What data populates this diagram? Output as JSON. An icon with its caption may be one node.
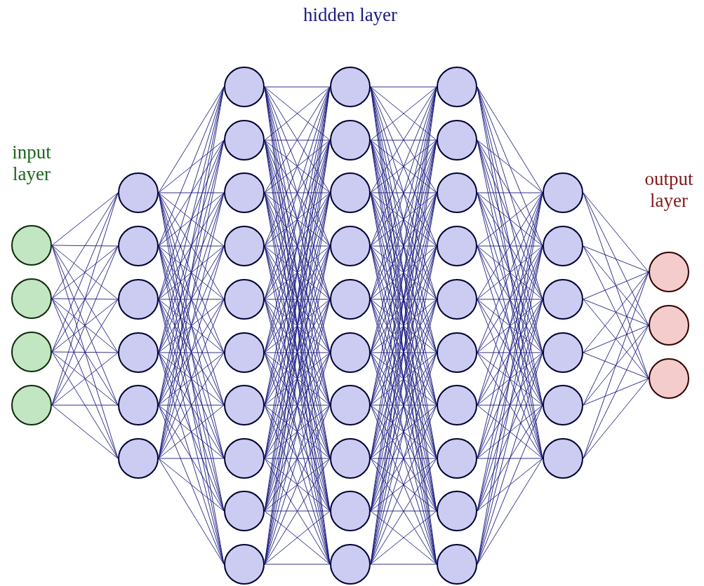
{
  "diagram": {
    "nodes": [
      {
        "text": [],
        "shape": "circle"
      },
      {
        "text": [],
        "shape": "circle"
      },
      {
        "text": [],
        "shape": "circle"
      },
      {
        "text": [],
        "shape": "circle"
      },
      {
        "text": [],
        "shape": "circle"
      },
      {
        "text": [],
        "shape": "circle"
      },
      {
        "text": [],
        "shape": "circle"
      },
      {
        "text": [],
        "shape": "circle"
      },
      {
        "text": [],
        "shape": "circle"
      },
      {
        "text": [],
        "shape": "circle"
      },
      {
        "text": [],
        "shape": "circle"
      },
      {
        "text": [],
        "shape": "circle"
      },
      {
        "text": [],
        "shape": "circle"
      },
      {
        "text": [],
        "shape": "circle"
      },
      {
        "text": [],
        "shape": "circle"
      },
      {
        "text": [],
        "shape": "circle"
      },
      {
        "text": [],
        "shape": "circle"
      },
      {
        "text": [],
        "shape": "circle"
      },
      {
        "text": [],
        "shape": "circle"
      },
      {
        "text": [],
        "shape": "circle"
      },
      {
        "text": [],
        "shape": "circle"
      },
      {
        "text": [],
        "shape": "circle"
      },
      {
        "text": [],
        "shape": "circle"
      },
      {
        "text": [],
        "shape": "circle"
      },
      {
        "text": [],
        "shape": "circle"
      },
      {
        "text": [],
        "shape": "circle"
      },
      {
        "text": [],
        "shape": "circle"
      },
      {
        "text": [],
        "shape": "circle"
      },
      {
        "text": [],
        "shape": "circle"
      },
      {
        "text": [],
        "shape": "circle"
      },
      {
        "text": [],
        "shape": "circle"
      },
      {
        "text": [],
        "shape": "circle"
      },
      {
        "text": [],
        "shape": "circle"
      },
      {
        "text": [],
        "shape": "circle"
      },
      {
        "text": [],
        "shape": "circle"
      },
      {
        "text": [],
        "shape": "circle"
      },
      {
        "text": [],
        "shape": "circle"
      },
      {
        "text": [],
        "shape": "circle"
      },
      {
        "text": [],
        "shape": "circle"
      },
      {
        "text": [],
        "shape": "circle"
      },
      {
        "text": [],
        "shape": "circle"
      },
      {
        "text": [],
        "shape": "circle"
      },
      {
        "text": [],
        "shape": "circle"
      },
      {
        "text": [],
        "shape": "circle"
      },
      {
        "text": [],
        "shape": "circle"
      },
      {
        "text": [],
        "shape": "circle"
      },
      {
        "text": [],
        "shape": "circle"
      },
      {
        "text": [],
        "shape": "circle"
      },
      {
        "text": [],
        "shape": "circle"
      }
    ],
    "edges": [
      {
        "from": 0,
        "to": 4,
        "arrow": "none"
      },
      {
        "from": 0,
        "to": 5,
        "arrow": "none"
      },
      {
        "from": 0,
        "to": 6,
        "arrow": "none"
      },
      {
        "from": 0,
        "to": 7,
        "arrow": "none"
      },
      {
        "from": 0,
        "to": 8,
        "arrow": "none"
      },
      {
        "from": 0,
        "to": 9,
        "arrow": "none"
      },
      {
        "from": 1,
        "to": 4,
        "arrow": "none"
      },
      {
        "from": 1,
        "to": 5,
        "arrow": "none"
      },
      {
        "from": 1,
        "to": 6,
        "arrow": "none"
      },
      {
        "from": 1,
        "to": 7,
        "arrow": "none"
      },
      {
        "from": 1,
        "to": 8,
        "arrow": "none"
      },
      {
        "from": 1,
        "to": 9,
        "arrow": "none"
      },
      {
        "from": 2,
        "to": 4,
        "arrow": "none"
      },
      {
        "from": 2,
        "to": 5,
        "arrow": "none"
      },
      {
        "from": 2,
        "to": 6,
        "arrow": "none"
      },
      {
        "from": 2,
        "to": 7,
        "arrow": "none"
      },
      {
        "from": 2,
        "to": 8,
        "arrow": "none"
      },
      {
        "from": 2,
        "to": 9,
        "arrow": "none"
      },
      {
        "from": 3,
        "to": 4,
        "arrow": "none"
      },
      {
        "from": 3,
        "to": 5,
        "arrow": "none"
      },
      {
        "from": 3,
        "to": 6,
        "arrow": "none"
      },
      {
        "from": 3,
        "to": 7,
        "arrow": "none"
      },
      {
        "from": 3,
        "to": 8,
        "arrow": "none"
      },
      {
        "from": 3,
        "to": 9,
        "arrow": "none"
      },
      {
        "from": 4,
        "to": 10,
        "arrow": "none"
      },
      {
        "from": 4,
        "to": 11,
        "arrow": "none"
      },
      {
        "from": 4,
        "to": 12,
        "arrow": "none"
      },
      {
        "from": 4,
        "to": 13,
        "arrow": "none"
      },
      {
        "from": 4,
        "to": 14,
        "arrow": "none"
      },
      {
        "from": 4,
        "to": 15,
        "arrow": "none"
      },
      {
        "from": 4,
        "to": 16,
        "arrow": "none"
      },
      {
        "from": 4,
        "to": 17,
        "arrow": "none"
      },
      {
        "from": 4,
        "to": 18,
        "arrow": "none"
      },
      {
        "from": 4,
        "to": 19,
        "arrow": "none"
      },
      {
        "from": 5,
        "to": 10,
        "arrow": "none"
      },
      {
        "from": 5,
        "to": 11,
        "arrow": "none"
      },
      {
        "from": 5,
        "to": 12,
        "arrow": "none"
      },
      {
        "from": 5,
        "to": 13,
        "arrow": "none"
      },
      {
        "from": 5,
        "to": 14,
        "arrow": "none"
      },
      {
        "from": 5,
        "to": 15,
        "arrow": "none"
      },
      {
        "from": 5,
        "to": 16,
        "arrow": "none"
      },
      {
        "from": 5,
        "to": 17,
        "arrow": "none"
      },
      {
        "from": 5,
        "to": 18,
        "arrow": "none"
      },
      {
        "from": 5,
        "to": 19,
        "arrow": "none"
      },
      {
        "from": 6,
        "to": 10,
        "arrow": "none"
      },
      {
        "from": 6,
        "to": 11,
        "arrow": "none"
      },
      {
        "from": 6,
        "to": 12,
        "arrow": "none"
      },
      {
        "from": 6,
        "to": 13,
        "arrow": "none"
      },
      {
        "from": 6,
        "to": 14,
        "arrow": "none"
      },
      {
        "from": 6,
        "to": 15,
        "arrow": "none"
      },
      {
        "from": 6,
        "to": 16,
        "arrow": "none"
      },
      {
        "from": 6,
        "to": 17,
        "arrow": "none"
      },
      {
        "from": 6,
        "to": 18,
        "arrow": "none"
      },
      {
        "from": 6,
        "to": 19,
        "arrow": "none"
      },
      {
        "from": 7,
        "to": 10,
        "arrow": "none"
      },
      {
        "from": 7,
        "to": 11,
        "arrow": "none"
      },
      {
        "from": 7,
        "to": 12,
        "arrow": "none"
      },
      {
        "from": 7,
        "to": 13,
        "arrow": "none"
      },
      {
        "from": 7,
        "to": 14,
        "arrow": "none"
      },
      {
        "from": 7,
        "to": 15,
        "arrow": "none"
      },
      {
        "from": 7,
        "to": 16,
        "arrow": "none"
      },
      {
        "from": 7,
        "to": 17,
        "arrow": "none"
      },
      {
        "from": 7,
        "to": 18,
        "arrow": "none"
      },
      {
        "from": 7,
        "to": 19,
        "arrow": "none"
      },
      {
        "from": 8,
        "to": 10,
        "arrow": "none"
      },
      {
        "from": 8,
        "to": 11,
        "arrow": "none"
      },
      {
        "from": 8,
        "to": 12,
        "arrow": "none"
      },
      {
        "from": 8,
        "to": 13,
        "arrow": "none"
      },
      {
        "from": 8,
        "to": 14,
        "arrow": "none"
      },
      {
        "from": 8,
        "to": 15,
        "arrow": "none"
      },
      {
        "from": 8,
        "to": 16,
        "arrow": "none"
      },
      {
        "from": 8,
        "to": 17,
        "arrow": "none"
      },
      {
        "from": 8,
        "to": 18,
        "arrow": "none"
      },
      {
        "from": 8,
        "to": 19,
        "arrow": "none"
      },
      {
        "from": 9,
        "to": 10,
        "arrow": "none"
      },
      {
        "from": 9,
        "to": 11,
        "arrow": "none"
      },
      {
        "from": 9,
        "to": 12,
        "arrow": "none"
      },
      {
        "from": 9,
        "to": 13,
        "arrow": "none"
      },
      {
        "from": 9,
        "to": 14,
        "arrow": "none"
      },
      {
        "from": 9,
        "to": 15,
        "arrow": "none"
      },
      {
        "from": 9,
        "to": 16,
        "arrow": "none"
      },
      {
        "from": 9,
        "to": 17,
        "arrow": "none"
      },
      {
        "from": 9,
        "to": 18,
        "arrow": "none"
      },
      {
        "from": 9,
        "to": 19,
        "arrow": "none"
      },
      {
        "from": 10,
        "to": 20,
        "arrow": "none"
      },
      {
        "from": 10,
        "to": 21,
        "arrow": "none"
      },
      {
        "from": 10,
        "to": 22,
        "arrow": "none"
      },
      {
        "from": 10,
        "to": 23,
        "arrow": "none"
      },
      {
        "from": 10,
        "to": 24,
        "arrow": "none"
      },
      {
        "from": 10,
        "to": 25,
        "arrow": "none"
      },
      {
        "from": 10,
        "to": 26,
        "arrow": "none"
      },
      {
        "from": 10,
        "to": 27,
        "arrow": "none"
      },
      {
        "from": 10,
        "to": 28,
        "arrow": "none"
      },
      {
        "from": 10,
        "to": 29,
        "arrow": "none"
      },
      {
        "from": 11,
        "to": 20,
        "arrow": "none"
      },
      {
        "from": 11,
        "to": 21,
        "arrow": "none"
      },
      {
        "from": 11,
        "to": 22,
        "arrow": "none"
      },
      {
        "from": 11,
        "to": 23,
        "arrow": "none"
      },
      {
        "from": 11,
        "to": 24,
        "arrow": "none"
      },
      {
        "from": 11,
        "to": 25,
        "arrow": "none"
      },
      {
        "from": 11,
        "to": 26,
        "arrow": "none"
      },
      {
        "from": 11,
        "to": 27,
        "arrow": "none"
      },
      {
        "from": 11,
        "to": 28,
        "arrow": "none"
      },
      {
        "from": 11,
        "to": 29,
        "arrow": "none"
      },
      {
        "from": 12,
        "to": 20,
        "arrow": "none"
      },
      {
        "from": 12,
        "to": 21,
        "arrow": "none"
      },
      {
        "from": 12,
        "to": 22,
        "arrow": "none"
      },
      {
        "from": 12,
        "to": 23,
        "arrow": "none"
      },
      {
        "from": 12,
        "to": 24,
        "arrow": "none"
      },
      {
        "from": 12,
        "to": 25,
        "arrow": "none"
      },
      {
        "from": 12,
        "to": 26,
        "arrow": "none"
      },
      {
        "from": 12,
        "to": 27,
        "arrow": "none"
      },
      {
        "from": 12,
        "to": 28,
        "arrow": "none"
      },
      {
        "from": 12,
        "to": 29,
        "arrow": "none"
      },
      {
        "from": 13,
        "to": 20,
        "arrow": "none"
      },
      {
        "from": 13,
        "to": 21,
        "arrow": "none"
      },
      {
        "from": 13,
        "to": 22,
        "arrow": "none"
      },
      {
        "from": 13,
        "to": 23,
        "arrow": "none"
      },
      {
        "from": 13,
        "to": 24,
        "arrow": "none"
      },
      {
        "from": 13,
        "to": 25,
        "arrow": "none"
      },
      {
        "from": 13,
        "to": 26,
        "arrow": "none"
      },
      {
        "from": 13,
        "to": 27,
        "arrow": "none"
      },
      {
        "from": 13,
        "to": 28,
        "arrow": "none"
      },
      {
        "from": 13,
        "to": 29,
        "arrow": "none"
      },
      {
        "from": 14,
        "to": 20,
        "arrow": "none"
      },
      {
        "from": 14,
        "to": 21,
        "arrow": "none"
      },
      {
        "from": 14,
        "to": 22,
        "arrow": "none"
      },
      {
        "from": 14,
        "to": 23,
        "arrow": "none"
      },
      {
        "from": 14,
        "to": 24,
        "arrow": "none"
      },
      {
        "from": 14,
        "to": 25,
        "arrow": "none"
      },
      {
        "from": 14,
        "to": 26,
        "arrow": "none"
      },
      {
        "from": 14,
        "to": 27,
        "arrow": "none"
      },
      {
        "from": 14,
        "to": 28,
        "arrow": "none"
      },
      {
        "from": 14,
        "to": 29,
        "arrow": "none"
      },
      {
        "from": 15,
        "to": 20,
        "arrow": "none"
      },
      {
        "from": 15,
        "to": 21,
        "arrow": "none"
      },
      {
        "from": 15,
        "to": 22,
        "arrow": "none"
      },
      {
        "from": 15,
        "to": 23,
        "arrow": "none"
      },
      {
        "from": 15,
        "to": 24,
        "arrow": "none"
      },
      {
        "from": 15,
        "to": 25,
        "arrow": "none"
      },
      {
        "from": 15,
        "to": 26,
        "arrow": "none"
      },
      {
        "from": 15,
        "to": 27,
        "arrow": "none"
      },
      {
        "from": 15,
        "to": 28,
        "arrow": "none"
      },
      {
        "from": 15,
        "to": 29,
        "arrow": "none"
      },
      {
        "from": 16,
        "to": 20,
        "arrow": "none"
      },
      {
        "from": 16,
        "to": 21,
        "arrow": "none"
      },
      {
        "from": 16,
        "to": 22,
        "arrow": "none"
      },
      {
        "from": 16,
        "to": 23,
        "arrow": "none"
      },
      {
        "from": 16,
        "to": 24,
        "arrow": "none"
      },
      {
        "from": 16,
        "to": 25,
        "arrow": "none"
      },
      {
        "from": 16,
        "to": 26,
        "arrow": "none"
      },
      {
        "from": 16,
        "to": 27,
        "arrow": "none"
      },
      {
        "from": 16,
        "to": 28,
        "arrow": "none"
      },
      {
        "from": 16,
        "to": 29,
        "arrow": "none"
      },
      {
        "from": 17,
        "to": 20,
        "arrow": "none"
      },
      {
        "from": 17,
        "to": 21,
        "arrow": "none"
      },
      {
        "from": 17,
        "to": 22,
        "arrow": "none"
      },
      {
        "from": 17,
        "to": 23,
        "arrow": "none"
      },
      {
        "from": 17,
        "to": 24,
        "arrow": "none"
      },
      {
        "from": 17,
        "to": 25,
        "arrow": "none"
      },
      {
        "from": 17,
        "to": 26,
        "arrow": "none"
      },
      {
        "from": 17,
        "to": 27,
        "arrow": "none"
      },
      {
        "from": 17,
        "to": 28,
        "arrow": "none"
      },
      {
        "from": 17,
        "to": 29,
        "arrow": "none"
      },
      {
        "from": 18,
        "to": 20,
        "arrow": "none"
      },
      {
        "from": 18,
        "to": 21,
        "arrow": "none"
      },
      {
        "from": 18,
        "to": 22,
        "arrow": "none"
      },
      {
        "from": 18,
        "to": 23,
        "arrow": "none"
      },
      {
        "from": 18,
        "to": 24,
        "arrow": "none"
      },
      {
        "from": 18,
        "to": 25,
        "arrow": "none"
      },
      {
        "from": 18,
        "to": 26,
        "arrow": "none"
      },
      {
        "from": 18,
        "to": 27,
        "arrow": "none"
      },
      {
        "from": 18,
        "to": 28,
        "arrow": "none"
      },
      {
        "from": 18,
        "to": 29,
        "arrow": "none"
      },
      {
        "from": 19,
        "to": 20,
        "arrow": "none"
      },
      {
        "from": 19,
        "to": 21,
        "arrow": "none"
      },
      {
        "from": 19,
        "to": 22,
        "arrow": "none"
      },
      {
        "from": 19,
        "to": 23,
        "arrow": "none"
      },
      {
        "from": 19,
        "to": 24,
        "arrow": "none"
      },
      {
        "from": 19,
        "to": 25,
        "arrow": "none"
      },
      {
        "from": 19,
        "to": 26,
        "arrow": "none"
      },
      {
        "from": 19,
        "to": 27,
        "arrow": "none"
      },
      {
        "from": 19,
        "to": 28,
        "arrow": "none"
      },
      {
        "from": 19,
        "to": 29,
        "arrow": "none"
      },
      {
        "from": 20,
        "to": 30,
        "arrow": "none"
      },
      {
        "from": 20,
        "to": 31,
        "arrow": "none"
      },
      {
        "from": 20,
        "to": 32,
        "arrow": "none"
      },
      {
        "from": 20,
        "to": 33,
        "arrow": "none"
      },
      {
        "from": 20,
        "to": 34,
        "arrow": "none"
      },
      {
        "from": 20,
        "to": 35,
        "arrow": "none"
      },
      {
        "from": 20,
        "to": 36,
        "arrow": "none"
      },
      {
        "from": 20,
        "to": 37,
        "arrow": "none"
      },
      {
        "from": 20,
        "to": 38,
        "arrow": "none"
      },
      {
        "from": 20,
        "to": 39,
        "arrow": "none"
      },
      {
        "from": 21,
        "to": 30,
        "arrow": "none"
      },
      {
        "from": 21,
        "to": 31,
        "arrow": "none"
      },
      {
        "from": 21,
        "to": 32,
        "arrow": "none"
      },
      {
        "from": 21,
        "to": 33,
        "arrow": "none"
      },
      {
        "from": 21,
        "to": 34,
        "arrow": "none"
      },
      {
        "from": 21,
        "to": 35,
        "arrow": "none"
      },
      {
        "from": 21,
        "to": 36,
        "arrow": "none"
      },
      {
        "from": 21,
        "to": 37,
        "arrow": "none"
      },
      {
        "from": 21,
        "to": 38,
        "arrow": "none"
      },
      {
        "from": 21,
        "to": 39,
        "arrow": "none"
      },
      {
        "from": 22,
        "to": 30,
        "arrow": "none"
      },
      {
        "from": 22,
        "to": 31,
        "arrow": "none"
      },
      {
        "from": 22,
        "to": 32,
        "arrow": "none"
      },
      {
        "from": 22,
        "to": 33,
        "arrow": "none"
      },
      {
        "from": 22,
        "to": 34,
        "arrow": "none"
      },
      {
        "from": 22,
        "to": 35,
        "arrow": "none"
      },
      {
        "from": 22,
        "to": 36,
        "arrow": "none"
      },
      {
        "from": 22,
        "to": 37,
        "arrow": "none"
      },
      {
        "from": 22,
        "to": 38,
        "arrow": "none"
      },
      {
        "from": 22,
        "to": 39,
        "arrow": "none"
      },
      {
        "from": 23,
        "to": 30,
        "arrow": "none"
      },
      {
        "from": 23,
        "to": 31,
        "arrow": "none"
      },
      {
        "from": 23,
        "to": 32,
        "arrow": "none"
      },
      {
        "from": 23,
        "to": 33,
        "arrow": "none"
      },
      {
        "from": 23,
        "to": 34,
        "arrow": "none"
      },
      {
        "from": 23,
        "to": 35,
        "arrow": "none"
      },
      {
        "from": 23,
        "to": 36,
        "arrow": "none"
      },
      {
        "from": 23,
        "to": 37,
        "arrow": "none"
      },
      {
        "from": 23,
        "to": 38,
        "arrow": "none"
      },
      {
        "from": 23,
        "to": 39,
        "arrow": "none"
      },
      {
        "from": 24,
        "to": 30,
        "arrow": "none"
      },
      {
        "from": 24,
        "to": 31,
        "arrow": "none"
      },
      {
        "from": 24,
        "to": 32,
        "arrow": "none"
      },
      {
        "from": 24,
        "to": 33,
        "arrow": "none"
      },
      {
        "from": 24,
        "to": 34,
        "arrow": "none"
      },
      {
        "from": 24,
        "to": 35,
        "arrow": "none"
      },
      {
        "from": 24,
        "to": 36,
        "arrow": "none"
      },
      {
        "from": 24,
        "to": 37,
        "arrow": "none"
      },
      {
        "from": 24,
        "to": 38,
        "arrow": "none"
      },
      {
        "from": 24,
        "to": 39,
        "arrow": "none"
      },
      {
        "from": 25,
        "to": 30,
        "arrow": "none"
      },
      {
        "from": 25,
        "to": 31,
        "arrow": "none"
      },
      {
        "from": 25,
        "to": 32,
        "arrow": "none"
      },
      {
        "from": 25,
        "to": 33,
        "arrow": "none"
      },
      {
        "from": 25,
        "to": 34,
        "arrow": "none"
      },
      {
        "from": 25,
        "to": 35,
        "arrow": "none"
      },
      {
        "from": 25,
        "to": 36,
        "arrow": "none"
      },
      {
        "from": 25,
        "to": 37,
        "arrow": "none"
      },
      {
        "from": 25,
        "to": 38,
        "arrow": "none"
      },
      {
        "from": 25,
        "to": 39,
        "arrow": "none"
      },
      {
        "from": 26,
        "to": 30,
        "arrow": "none"
      },
      {
        "from": 26,
        "to": 31,
        "arrow": "none"
      },
      {
        "from": 26,
        "to": 32,
        "arrow": "none"
      },
      {
        "from": 26,
        "to": 33,
        "arrow": "none"
      },
      {
        "from": 26,
        "to": 34,
        "arrow": "none"
      },
      {
        "from": 26,
        "to": 35,
        "arrow": "none"
      },
      {
        "from": 26,
        "to": 36,
        "arrow": "none"
      },
      {
        "from": 26,
        "to": 37,
        "arrow": "none"
      },
      {
        "from": 26,
        "to": 38,
        "arrow": "none"
      },
      {
        "from": 26,
        "to": 39,
        "arrow": "none"
      },
      {
        "from": 27,
        "to": 30,
        "arrow": "none"
      },
      {
        "from": 27,
        "to": 31,
        "arrow": "none"
      },
      {
        "from": 27,
        "to": 32,
        "arrow": "none"
      },
      {
        "from": 27,
        "to": 33,
        "arrow": "none"
      },
      {
        "from": 27,
        "to": 34,
        "arrow": "none"
      },
      {
        "from": 27,
        "to": 35,
        "arrow": "none"
      },
      {
        "from": 27,
        "to": 36,
        "arrow": "none"
      },
      {
        "from": 27,
        "to": 37,
        "arrow": "none"
      },
      {
        "from": 27,
        "to": 38,
        "arrow": "none"
      },
      {
        "from": 27,
        "to": 39,
        "arrow": "none"
      },
      {
        "from": 28,
        "to": 30,
        "arrow": "none"
      },
      {
        "from": 28,
        "to": 31,
        "arrow": "none"
      },
      {
        "from": 28,
        "to": 32,
        "arrow": "none"
      },
      {
        "from": 28,
        "to": 33,
        "arrow": "none"
      },
      {
        "from": 28,
        "to": 34,
        "arrow": "none"
      },
      {
        "from": 28,
        "to": 35,
        "arrow": "none"
      },
      {
        "from": 28,
        "to": 36,
        "arrow": "none"
      },
      {
        "from": 28,
        "to": 37,
        "arrow": "none"
      },
      {
        "from": 28,
        "to": 38,
        "arrow": "none"
      },
      {
        "from": 28,
        "to": 39,
        "arrow": "none"
      },
      {
        "from": 29,
        "to": 30,
        "arrow": "none"
      },
      {
        "from": 29,
        "to": 31,
        "arrow": "none"
      },
      {
        "from": 29,
        "to": 32,
        "arrow": "none"
      },
      {
        "from": 29,
        "to": 33,
        "arrow": "none"
      },
      {
        "from": 29,
        "to": 34,
        "arrow": "none"
      },
      {
        "from": 29,
        "to": 35,
        "arrow": "none"
      },
      {
        "from": 29,
        "to": 36,
        "arrow": "none"
      },
      {
        "from": 29,
        "to": 37,
        "arrow": "none"
      },
      {
        "from": 29,
        "to": 38,
        "arrow": "none"
      },
      {
        "from": 29,
        "to": 39,
        "arrow": "none"
      },
      {
        "from": 30,
        "to": 40,
        "arrow": "none"
      },
      {
        "from": 30,
        "to": 41,
        "arrow": "none"
      },
      {
        "from": 30,
        "to": 42,
        "arrow": "none"
      },
      {
        "from": 30,
        "to": 43,
        "arrow": "none"
      },
      {
        "from": 30,
        "to": 44,
        "arrow": "none"
      },
      {
        "from": 30,
        "to": 45,
        "arrow": "none"
      },
      {
        "from": 31,
        "to": 40,
        "arrow": "none"
      },
      {
        "from": 31,
        "to": 41,
        "arrow": "none"
      },
      {
        "from": 31,
        "to": 42,
        "arrow": "none"
      },
      {
        "from": 31,
        "to": 43,
        "arrow": "none"
      },
      {
        "from": 31,
        "to": 44,
        "arrow": "none"
      },
      {
        "from": 31,
        "to": 45,
        "arrow": "none"
      },
      {
        "from": 32,
        "to": 40,
        "arrow": "none"
      },
      {
        "from": 32,
        "to": 41,
        "arrow": "none"
      },
      {
        "from": 32,
        "to": 42,
        "arrow": "none"
      },
      {
        "from": 32,
        "to": 43,
        "arrow": "none"
      },
      {
        "from": 32,
        "to": 44,
        "arrow": "none"
      },
      {
        "from": 32,
        "to": 45,
        "arrow": "none"
      },
      {
        "from": 33,
        "to": 40,
        "arrow": "none"
      },
      {
        "from": 33,
        "to": 41,
        "arrow": "none"
      },
      {
        "from": 33,
        "to": 42,
        "arrow": "none"
      },
      {
        "from": 33,
        "to": 43,
        "arrow": "none"
      },
      {
        "from": 33,
        "to": 44,
        "arrow": "none"
      },
      {
        "from": 33,
        "to": 45,
        "arrow": "none"
      },
      {
        "from": 34,
        "to": 40,
        "arrow": "none"
      },
      {
        "from": 34,
        "to": 41,
        "arrow": "none"
      },
      {
        "from": 34,
        "to": 42,
        "arrow": "none"
      },
      {
        "from": 34,
        "to": 43,
        "arrow": "none"
      },
      {
        "from": 34,
        "to": 44,
        "arrow": "none"
      },
      {
        "from": 34,
        "to": 45,
        "arrow": "none"
      },
      {
        "from": 35,
        "to": 40,
        "arrow": "none"
      },
      {
        "from": 35,
        "to": 41,
        "arrow": "none"
      },
      {
        "from": 35,
        "to": 42,
        "arrow": "none"
      },
      {
        "from": 35,
        "to": 43,
        "arrow": "none"
      },
      {
        "from": 35,
        "to": 44,
        "arrow": "none"
      },
      {
        "from": 35,
        "to": 45,
        "arrow": "none"
      },
      {
        "from": 36,
        "to": 40,
        "arrow": "none"
      },
      {
        "from": 36,
        "to": 41,
        "arrow": "none"
      },
      {
        "from": 36,
        "to": 42,
        "arrow": "none"
      },
      {
        "from": 36,
        "to": 43,
        "arrow": "none"
      },
      {
        "from": 36,
        "to": 44,
        "arrow": "none"
      },
      {
        "from": 36,
        "to": 45,
        "arrow": "none"
      },
      {
        "from": 37,
        "to": 40,
        "arrow": "none"
      },
      {
        "from": 37,
        "to": 41,
        "arrow": "none"
      },
      {
        "from": 37,
        "to": 42,
        "arrow": "none"
      },
      {
        "from": 37,
        "to": 43,
        "arrow": "none"
      },
      {
        "from": 37,
        "to": 44,
        "arrow": "none"
      },
      {
        "from": 37,
        "to": 45,
        "arrow": "none"
      },
      {
        "from": 38,
        "to": 40,
        "arrow": "none"
      },
      {
        "from": 38,
        "to": 41,
        "arrow": "none"
      },
      {
        "from": 38,
        "to": 42,
        "arrow": "none"
      },
      {
        "from": 38,
        "to": 43,
        "arrow": "none"
      },
      {
        "from": 38,
        "to": 44,
        "arrow": "none"
      },
      {
        "from": 38,
        "to": 45,
        "arrow": "none"
      },
      {
        "from": 39,
        "to": 40,
        "arrow": "none"
      },
      {
        "from": 39,
        "to": 41,
        "arrow": "none"
      },
      {
        "from": 39,
        "to": 42,
        "arrow": "none"
      },
      {
        "from": 39,
        "to": 43,
        "arrow": "none"
      },
      {
        "from": 39,
        "to": 44,
        "arrow": "none"
      },
      {
        "from": 39,
        "to": 45,
        "arrow": "none"
      },
      {
        "from": 40,
        "to": 46,
        "arrow": "none"
      },
      {
        "from": 40,
        "to": 47,
        "arrow": "none"
      },
      {
        "from": 40,
        "to": 48,
        "arrow": "none"
      },
      {
        "from": 41,
        "to": 46,
        "arrow": "none"
      },
      {
        "from": 41,
        "to": 47,
        "arrow": "none"
      },
      {
        "from": 41,
        "to": 48,
        "arrow": "none"
      },
      {
        "from": 42,
        "to": 46,
        "arrow": "none"
      },
      {
        "from": 42,
        "to": 47,
        "arrow": "none"
      },
      {
        "from": 42,
        "to": 48,
        "arrow": "none"
      },
      {
        "from": 43,
        "to": 46,
        "arrow": "none"
      },
      {
        "from": 43,
        "to": 47,
        "arrow": "none"
      },
      {
        "from": 43,
        "to": 48,
        "arrow": "none"
      },
      {
        "from": 44,
        "to": 46,
        "arrow": "none"
      },
      {
        "from": 44,
        "to": 47,
        "arrow": "none"
      },
      {
        "from": 44,
        "to": 48,
        "arrow": "none"
      },
      {
        "from": 45,
        "to": 46,
        "arrow": "none"
      },
      {
        "from": 45,
        "to": 47,
        "arrow": "none"
      },
      {
        "from": 45,
        "to": 48,
        "arrow": "none"
      }
    ],
    "labels": [
      "hidden layer",
      "input layer",
      "output layer"
    ]
  }
}
